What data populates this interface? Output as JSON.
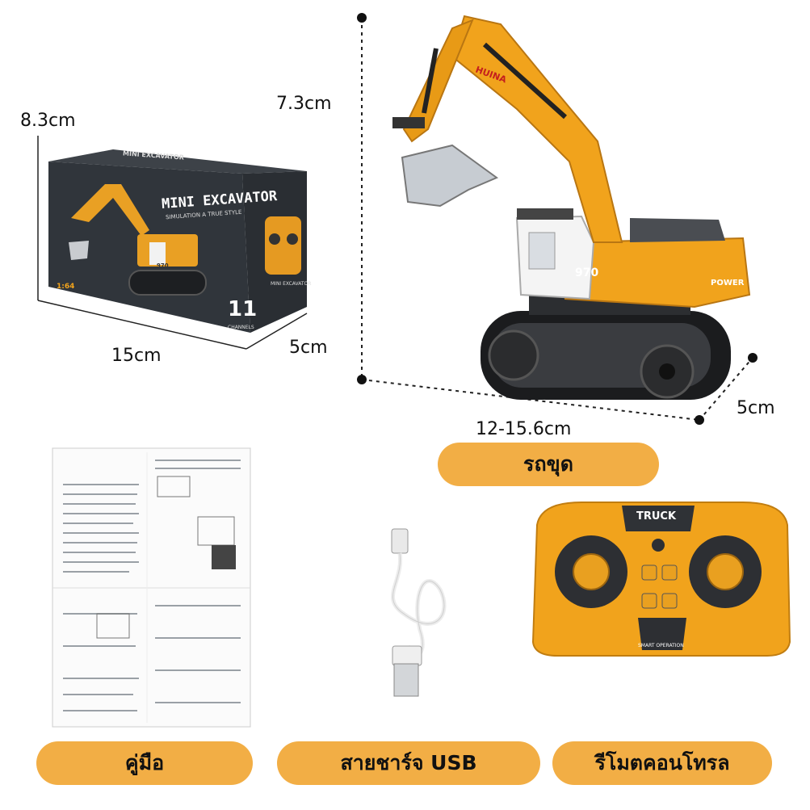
{
  "box": {
    "height_label": "8.3cm",
    "width_label": "15cm",
    "depth_label": "5cm",
    "brand_title": "MINI EXCAVATOR",
    "brand_sub": "SIMULATION A TRUE STYLE",
    "channels_number": "11",
    "channels_label": "CHANNELS",
    "scale": "1:64",
    "side_text": "MINI EXCAVATOR",
    "top_text": "MINI EXCAVATOR",
    "model_number": "970"
  },
  "excavator": {
    "height_label": "7.3cm",
    "length_label": "12-15.6cm",
    "depth_label": "5cm",
    "model_number": "970",
    "power_label": "POWER",
    "brand_mark": "HUINA"
  },
  "remote": {
    "brand": "TRUCK",
    "subtitle": "SMART OPERATION"
  },
  "labels": {
    "excavator": "รถขุด",
    "manual": "คู่มือ",
    "usb_cable": "สายชาร์จ USB",
    "remote": "รีโมตคอนโทรล"
  },
  "colors": {
    "pill": "#f2ae45",
    "excavator_yellow": "#f1a31c",
    "box_dark": "#2f3338"
  }
}
